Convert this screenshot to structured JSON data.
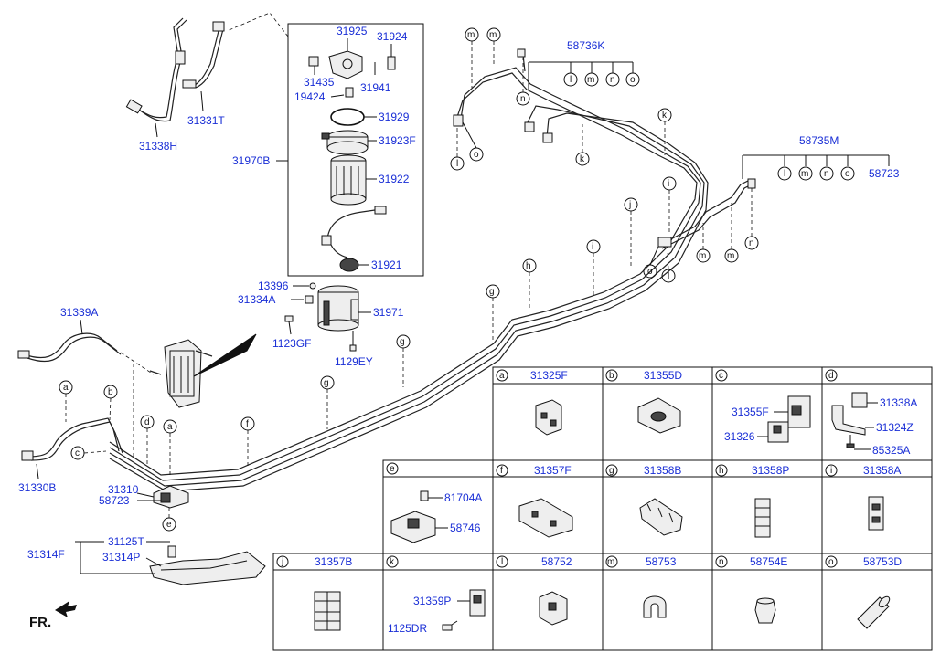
{
  "parts": {
    "p31338H": "31338H",
    "p31331T": "31331T",
    "p31925": "31925",
    "p31924": "31924",
    "p31435": "31435",
    "p31941": "31941",
    "p19424": "19424",
    "p31929": "31929",
    "p31923F": "31923F",
    "p31970B": "31970B",
    "p31922": "31922",
    "p31921": "31921",
    "p13396": "13396",
    "p31334A": "31334A",
    "p31971": "31971",
    "p1123GF": "1123GF",
    "p1129EY": "1129EY",
    "p31339A": "31339A",
    "p31330B": "31330B",
    "p31310": "31310",
    "p58723a": "58723",
    "p58723b": "58723",
    "p31125T": "31125T",
    "p31314F": "31314F",
    "p31314P": "31314P",
    "p58736K": "58736K",
    "p58735M": "58735M"
  },
  "letters": {
    "a": "a",
    "b": "b",
    "c": "c",
    "d": "d",
    "e": "e",
    "f": "f",
    "g": "g",
    "h": "h",
    "i": "i",
    "j": "j",
    "k": "k",
    "l": "l",
    "m": "m",
    "n": "n",
    "o": "o"
  },
  "front_label": "FR.",
  "table": {
    "a": {
      "title": "31325F"
    },
    "b": {
      "title": "31355D"
    },
    "c": {
      "title": "",
      "p1": "31355F",
      "p2": "31326"
    },
    "d": {
      "title": "",
      "p1": "31338A",
      "p2": "31324Z",
      "p3": "85325A"
    },
    "e": {
      "title": "",
      "p1": "81704A",
      "p2": "58746"
    },
    "f": {
      "title": "31357F"
    },
    "g": {
      "title": "31358B"
    },
    "h": {
      "title": "31358P"
    },
    "i": {
      "title": "31358A"
    },
    "j": {
      "title": "31357B"
    },
    "k": {
      "title": "",
      "p1": "31359P",
      "p2": "1125DR"
    },
    "l": {
      "title": "58752"
    },
    "m": {
      "title": "58753"
    },
    "n": {
      "title": "58754E"
    },
    "o": {
      "title": "58753D"
    }
  }
}
